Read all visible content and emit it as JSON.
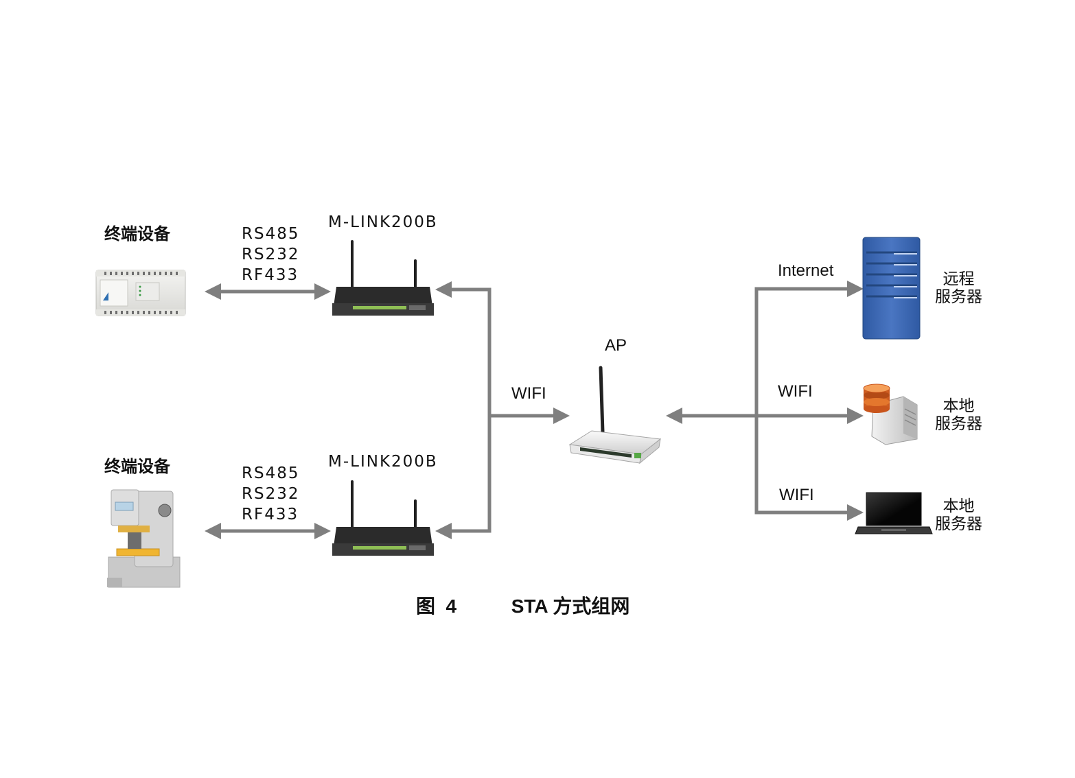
{
  "terminals": [
    {
      "label": "终端设备"
    },
    {
      "label": "终端设备"
    }
  ],
  "protocols": [
    [
      "RS485",
      "RS232",
      "RF433"
    ],
    [
      "RS485",
      "RS232",
      "RF433"
    ]
  ],
  "gateways": [
    {
      "label": "M-LINK200B"
    },
    {
      "label": "M-LINK200B"
    }
  ],
  "ap": {
    "label": "AP"
  },
  "links": {
    "gateway_to_ap": "WIFI",
    "internet": "Internet",
    "local_wifi_1": "WIFI",
    "local_wifi_2": "WIFI"
  },
  "servers": [
    {
      "line1": "远程",
      "line2": "服务器"
    },
    {
      "line1": "本地",
      "line2": "服务器"
    },
    {
      "line1": "本地",
      "line2": "服务器"
    }
  ],
  "caption": {
    "figure": "图  4",
    "title": "STA 方式组网"
  },
  "colors": {
    "connector": "#7f7f7f",
    "rack": "#3d67b0",
    "db_top": "#e8702a",
    "device_dark": "#2b2b2b"
  }
}
